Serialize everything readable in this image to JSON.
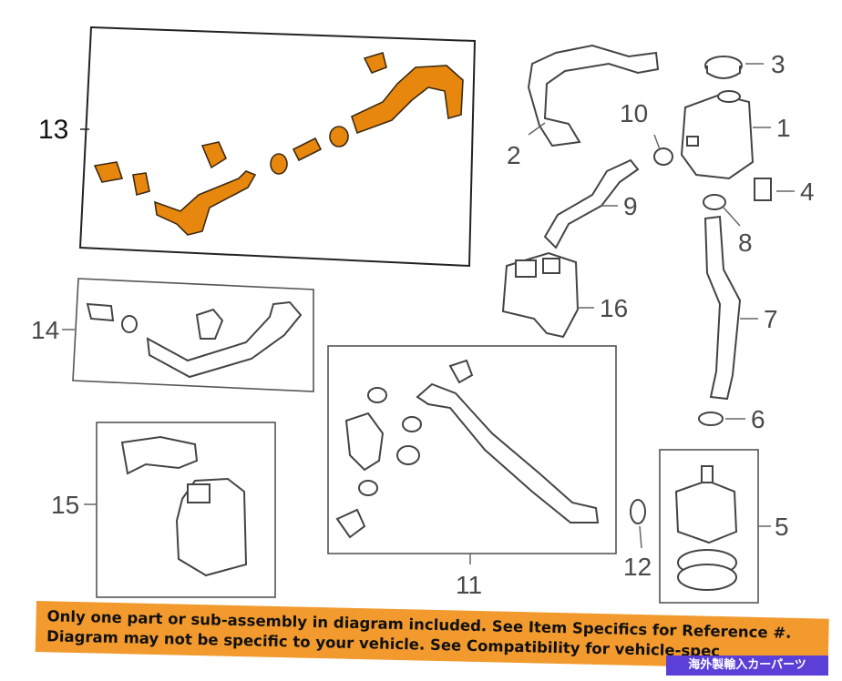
{
  "callouts": {
    "c1": "1",
    "c2": "2",
    "c3": "3",
    "c4": "4",
    "c5": "5",
    "c6": "6",
    "c7": "7",
    "c8": "8",
    "c9": "9",
    "c10": "10",
    "c11": "11",
    "c12": "12",
    "c13": "13",
    "c14": "14",
    "c15": "15",
    "c16": "16"
  },
  "notice": {
    "line1": "Only one part or sub-assembly in diagram included. See Item Specifics for Reference #.",
    "line2": "Diagram may not be specific to your vehicle. See Compatibility for vehicle-spec"
  },
  "tag": "海外製輸入カーパーツ",
  "colors": {
    "highlight": "#e8870d",
    "banner": "#f29a2e",
    "tag": "#5b3fd6"
  }
}
